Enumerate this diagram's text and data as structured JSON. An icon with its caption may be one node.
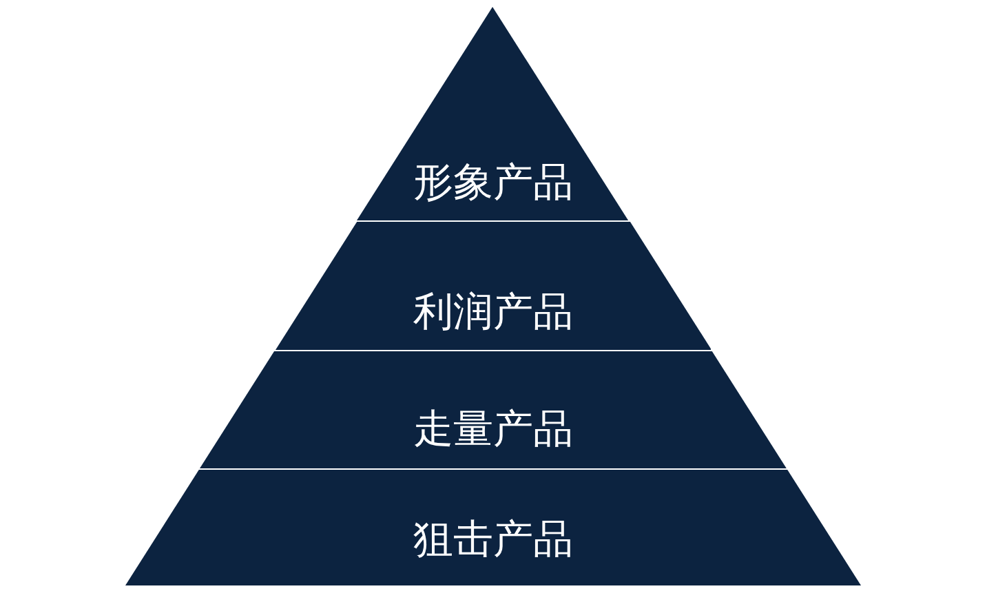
{
  "diagram": {
    "nodes": [
      {
        "text": [
          "形象产品"
        ]
      },
      {
        "text": [
          "利润产品"
        ]
      },
      {
        "text": [
          "走量产品"
        ]
      },
      {
        "text": [
          "狙击产品"
        ]
      }
    ]
  }
}
